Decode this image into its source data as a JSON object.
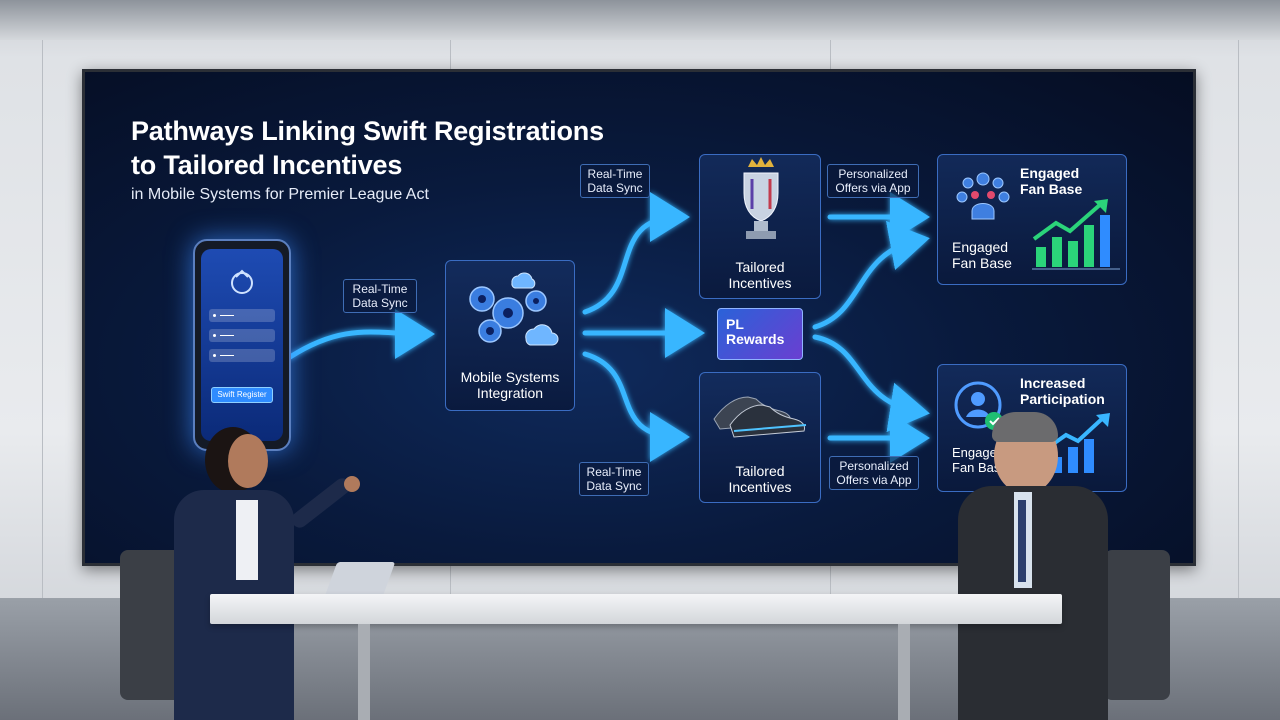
{
  "screen": {
    "title_line1": "Pathways Linking Swift Registrations",
    "title_line2": "to Tailored Incentives",
    "subtitle": "in Mobile Systems for Premier League Act"
  },
  "phone": {
    "register_button": "Swift Register"
  },
  "sync_labels": {
    "phone_to_hub": [
      "Real-Time",
      "Data Sync"
    ],
    "top": [
      "Real-Time",
      "Data Sync"
    ],
    "bottom": [
      "Real-Time",
      "Data Sync"
    ]
  },
  "hub": {
    "label_line1": "Mobile Systems",
    "label_line2": "Integration"
  },
  "incentives": {
    "top_line1": "Tailored",
    "top_line2": "Incentives",
    "bottom_line1": "Tailored",
    "bottom_line2": "Incentives"
  },
  "rewards": {
    "line1": "PL",
    "line2": "Rewards"
  },
  "offer_labels": {
    "top": [
      "Personalized",
      "Offers via App"
    ],
    "bottom": [
      "Personalized",
      "Offers via App"
    ]
  },
  "outcomes": {
    "top_heading_line1": "Engaged",
    "top_heading_line2": "Fan Base",
    "top_sub_line1": "Engaged",
    "top_sub_line2": "Fan Base",
    "bottom_heading_line1": "Increased",
    "bottom_heading_line2": "Participation",
    "bottom_sub_line1": "Engaged",
    "bottom_sub_line2": "Fan Base"
  },
  "colors": {
    "screen_bg": "#091a3d",
    "arrow_glow": "#39b6ff",
    "node_border": "#3a6cc2",
    "chart_green": "#2bd47a"
  },
  "icons": [
    "phone-icon",
    "gears-icon",
    "cloud-icon",
    "trophy-icon",
    "boots-icon",
    "fans-icon",
    "growth-chart-icon",
    "user-check-icon"
  ]
}
